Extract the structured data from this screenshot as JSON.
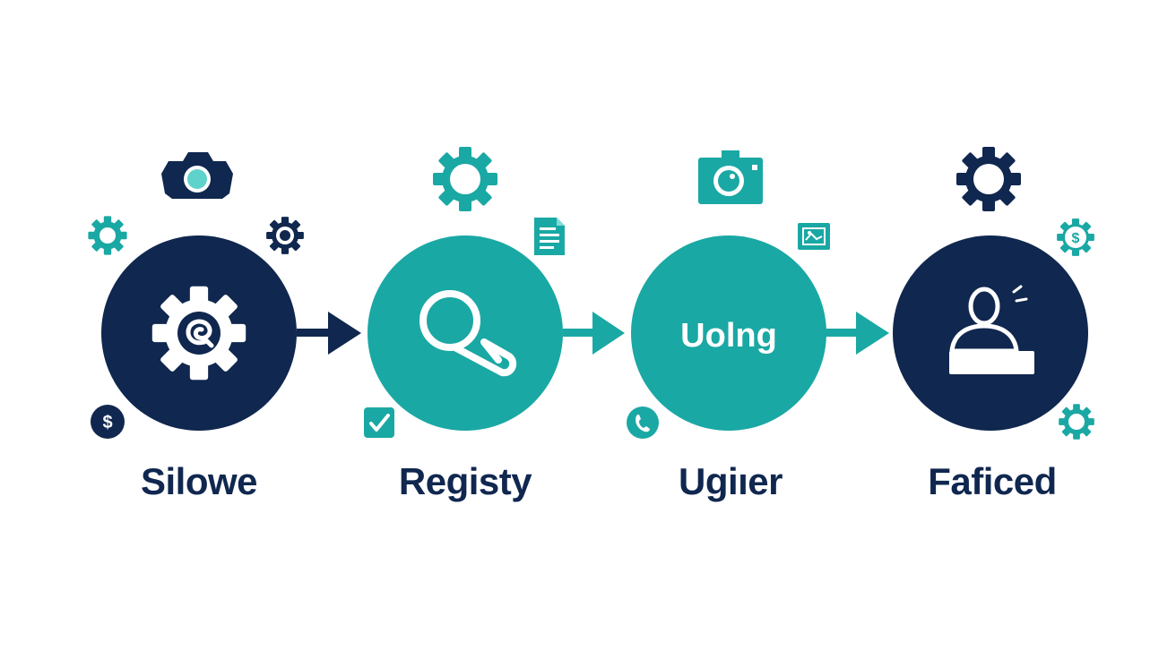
{
  "colors": {
    "navy": "#10274f",
    "teal": "#1aa8a4",
    "background": "#ffffff"
  },
  "steps": [
    {
      "label": "Silowe",
      "circle_color": "navy",
      "circle_icon": "gear-swirl-icon",
      "decorations": [
        "camera-icon",
        "gear-icon",
        "gear-icon",
        "dollar-coin-icon"
      ]
    },
    {
      "label": "Registy",
      "circle_color": "teal",
      "circle_icon": "magnifier-icon",
      "decorations": [
        "gear-icon",
        "document-icon",
        "checkbox-icon"
      ]
    },
    {
      "label": "Ugiıer",
      "circle_color": "teal",
      "circle_text": "Uolng",
      "decorations": [
        "camera-icon",
        "image-icon",
        "phone-icon"
      ]
    },
    {
      "label": "Faficed",
      "circle_color": "navy",
      "circle_icon": "person-icon",
      "decorations": [
        "gear-icon",
        "dollar-gear-icon",
        "gear-icon"
      ]
    }
  ],
  "connectors": [
    "arrow-right-icon",
    "arrow-right-icon",
    "arrow-right-icon"
  ]
}
